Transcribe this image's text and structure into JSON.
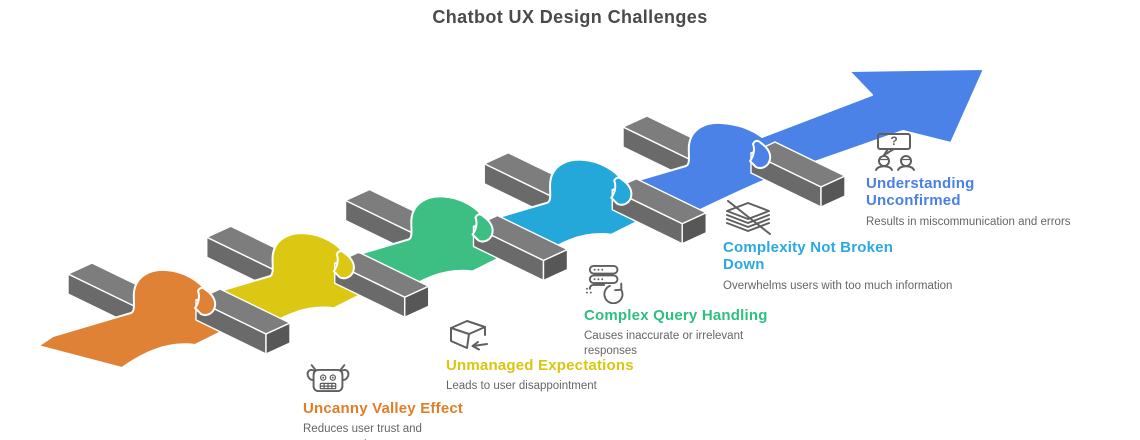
{
  "title": "Chatbot UX Design Challenges",
  "items": [
    {
      "icon": "robot-icon",
      "title": "Uncanny Valley Effect",
      "description": "Reduces user trust and engagement",
      "color": "#E07E28",
      "ribbon_color": "#E08236"
    },
    {
      "icon": "package-return-icon",
      "title": "Unmanaged Expectations",
      "description": "Leads to user disappointment",
      "color": "#D9C60F",
      "ribbon_color": "#DCC712"
    },
    {
      "icon": "database-sync-icon",
      "title": "Complex Query Handling",
      "description": "Causes inaccurate or irrelevant responses",
      "color": "#2FBF7F",
      "ribbon_color": "#3DBE83"
    },
    {
      "icon": "layers-icon",
      "title": "Complexity Not Broken Down",
      "description": "Overwhelms users with too much information",
      "color": "#29A9DF",
      "ribbon_color": "#24A8DA"
    },
    {
      "icon": "users-question-icon",
      "title": "Understanding Unconfirmed",
      "description": "Results in miscommunication and errors",
      "color": "#4A7FE8",
      "ribbon_color": "#4A82E8"
    }
  ],
  "colors": {
    "title": "#4A4A4A",
    "description": "#666666",
    "icon_stroke": "#5F5F5F",
    "bar_top": "#7D7D7D",
    "bar_front": "#6A6A6A",
    "bar_side": "#575757",
    "outline": "#FFFFFF"
  }
}
